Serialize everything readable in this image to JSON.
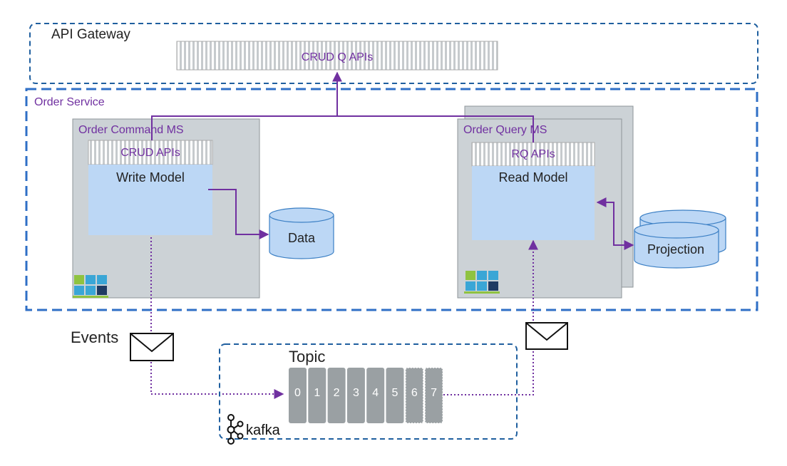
{
  "gateway": {
    "label": "API Gateway",
    "apis_label": "CRUD Q APIs"
  },
  "order_service": {
    "label": "Order Service",
    "command_ms": {
      "label": "Order Command MS",
      "apis_label": "CRUD APIs",
      "model_label": "Write Model"
    },
    "query_ms": {
      "label": "Order Query MS",
      "apis_label": "RQ APIs",
      "model_label": "Read Model"
    },
    "data_store_label": "Data",
    "projection_store_label": "Projection"
  },
  "events_label": "Events",
  "topic": {
    "label": "Topic",
    "partitions": [
      "0",
      "1",
      "2",
      "3",
      "4",
      "5",
      "6",
      "7"
    ],
    "brand_label": "kafka"
  },
  "colors": {
    "dashed_border": "#1f5f9f",
    "order_service_border": "#2f6fc6",
    "accent_purple": "#7030a0",
    "ms_box_fill": "#ccd2d6",
    "model_fill": "#bcd7f5",
    "cylinder_fill": "#bcd7f5",
    "partition_fill": "#9aa0a3"
  },
  "icons": {
    "envelope": "envelope-icon",
    "container": "container-stack-icon",
    "kafka": "kafka-logo-icon"
  }
}
